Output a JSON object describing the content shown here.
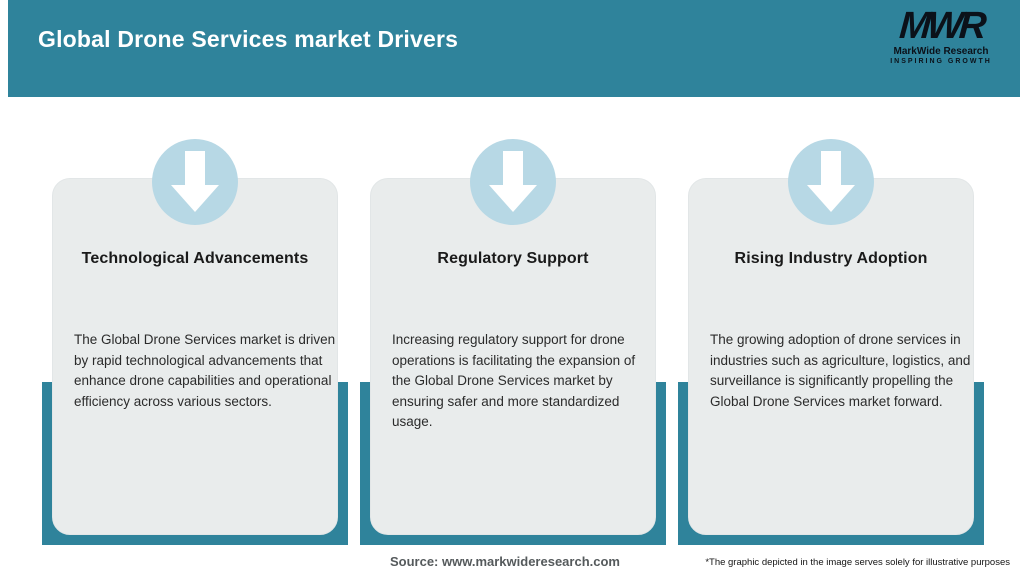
{
  "header": {
    "title": "Global Drone Services market Drivers",
    "logo": {
      "monogram": "MWR",
      "name": "MarkWide Research",
      "tagline": "INSPIRING GROWTH"
    }
  },
  "cards": [
    {
      "icon": "arrow-down-icon",
      "title": "Technological Advancements",
      "body": "The Global Drone Services market is driven by rapid technological advancements that enhance drone capabilities and operational efficiency across various sectors."
    },
    {
      "icon": "arrow-down-icon",
      "title": "Regulatory Support",
      "body": "Increasing regulatory support for drone operations is facilitating the expansion of the Global Drone Services market by ensuring safer and more standardized usage."
    },
    {
      "icon": "arrow-down-icon",
      "title": "Rising Industry Adoption",
      "body": "The growing adoption of drone services in industries such as agriculture, logistics, and surveillance is significantly propelling the Global Drone Services market forward."
    }
  ],
  "footer": {
    "source": "Source: www.markwideresearch.com",
    "disclaimer": "*The graphic depicted in the image serves solely for illustrative purposes"
  },
  "colors": {
    "accent_teal": "#2F839B",
    "circle_blue": "#B7D8E5",
    "card_gray": "#E9ECEC",
    "title_white": "#FFFFFF",
    "text_dark": "#1A1A1A"
  }
}
